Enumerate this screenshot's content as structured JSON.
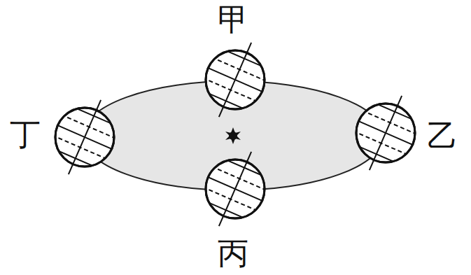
{
  "diagram": {
    "labels": [
      "甲",
      "乙",
      "丙",
      "丁"
    ]
  }
}
